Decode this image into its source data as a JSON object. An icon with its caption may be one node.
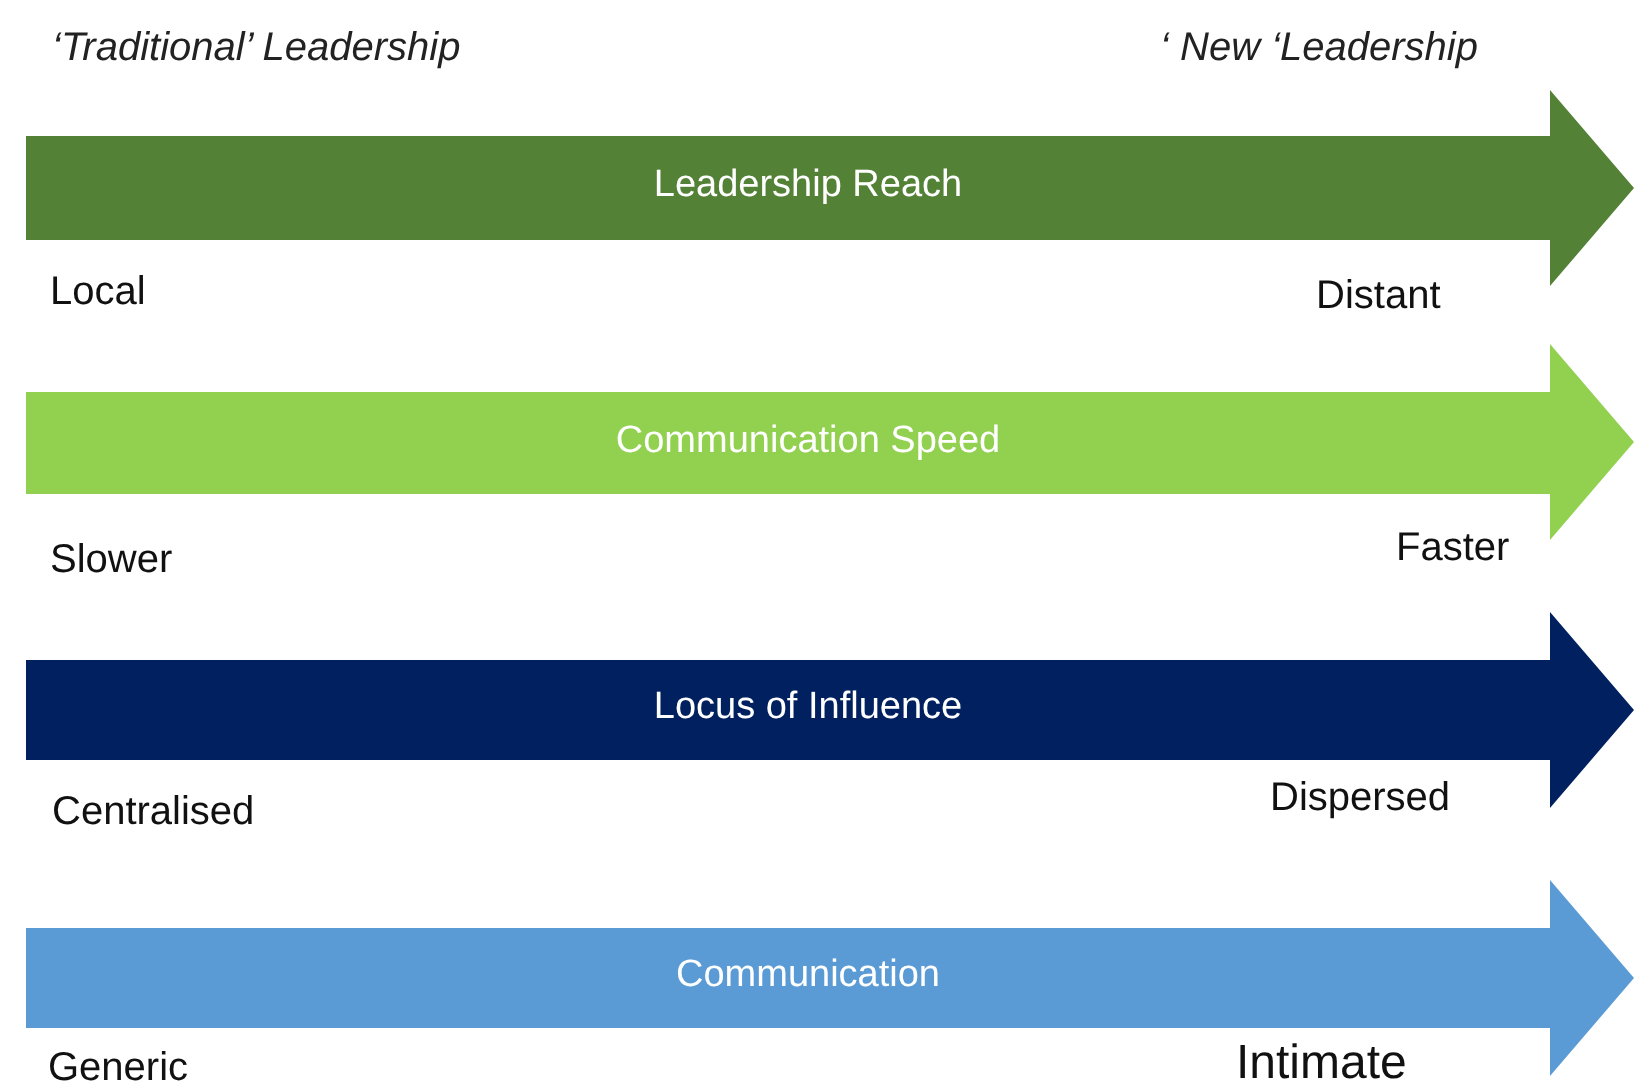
{
  "diagram": {
    "nodes": [
      {
        "text": [
          "Leadership Reach"
        ],
        "beside": [
          "Local",
          "Distant"
        ]
      },
      {
        "text": [
          "Communication Speed"
        ],
        "beside": [
          "Slower",
          "Faster"
        ]
      },
      {
        "text": [
          "Locus of Influence"
        ],
        "beside": [
          "Centralised",
          "Dispersed"
        ]
      },
      {
        "text": [
          "Communication"
        ],
        "beside": [
          "Generic",
          "Intimate"
        ]
      }
    ],
    "labels": [
      "‘Traditional’ Leadership",
      "‘ New ‘Leadership"
    ]
  }
}
